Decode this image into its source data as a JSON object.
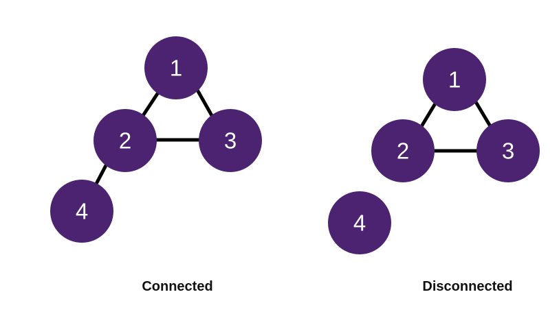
{
  "colors": {
    "node_fill": "#4b2371",
    "node_text": "#ffffff",
    "edge": "#000000"
  },
  "graphs": {
    "connected": {
      "caption": "Connected",
      "nodes": [
        {
          "id": "1",
          "label": "1"
        },
        {
          "id": "2",
          "label": "2"
        },
        {
          "id": "3",
          "label": "3"
        },
        {
          "id": "4",
          "label": "4"
        }
      ],
      "edges": [
        [
          "1",
          "2"
        ],
        [
          "1",
          "3"
        ],
        [
          "2",
          "3"
        ],
        [
          "2",
          "4"
        ]
      ]
    },
    "disconnected": {
      "caption": "Disconnected",
      "nodes": [
        {
          "id": "1",
          "label": "1"
        },
        {
          "id": "2",
          "label": "2"
        },
        {
          "id": "3",
          "label": "3"
        },
        {
          "id": "4",
          "label": "4"
        }
      ],
      "edges": [
        [
          "1",
          "2"
        ],
        [
          "1",
          "3"
        ],
        [
          "2",
          "3"
        ]
      ]
    }
  }
}
